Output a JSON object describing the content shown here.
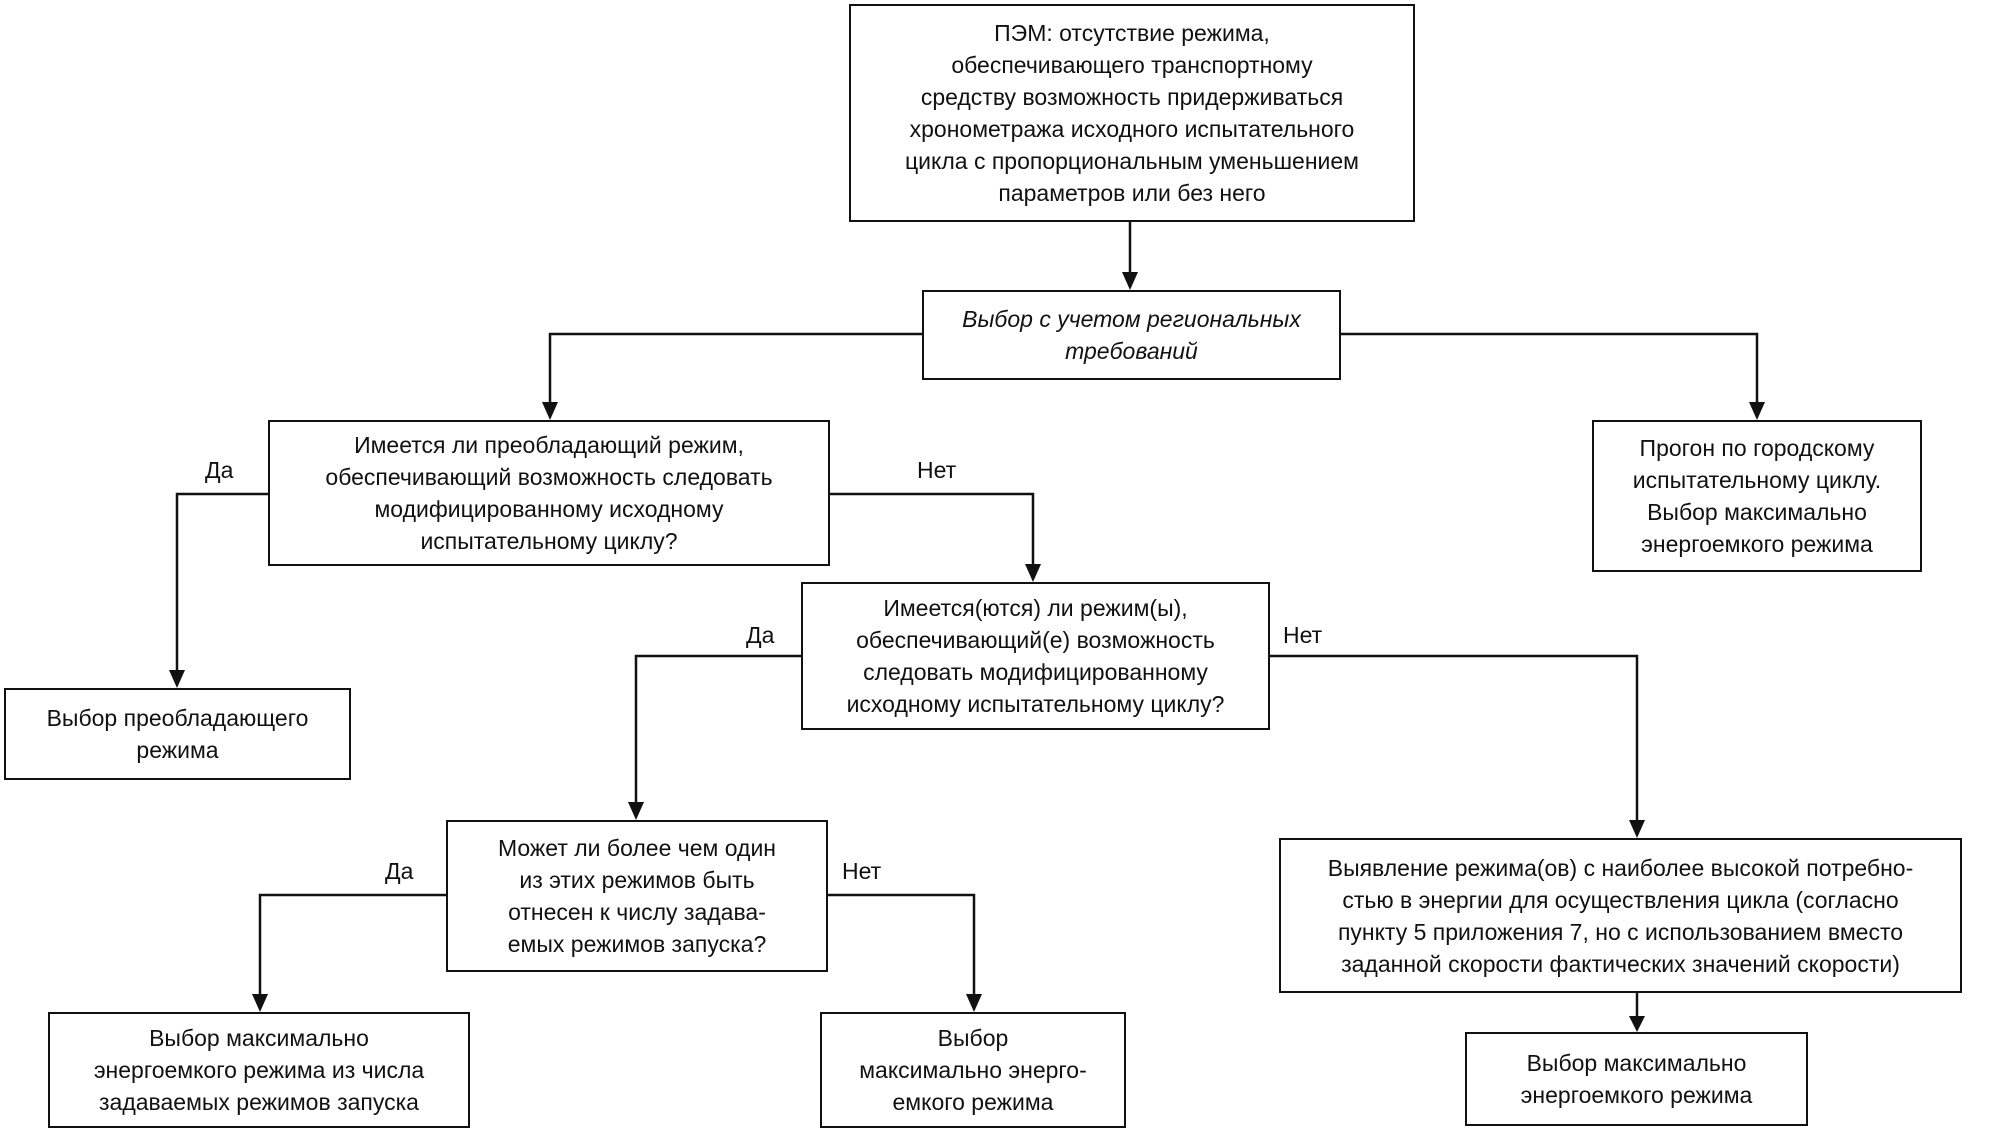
{
  "diagram": {
    "nodes": {
      "root": "ПЭМ: отсутствие режима,\nобеспечивающего транспортному\nсредству возможность придерживаться\nхронометража исходного испытательного\nцикла с пропорциональным уменьшением\nпараметров или без него",
      "regional": "Выбор с учетом региональных\nтребований",
      "q1": "Имеется ли преобладающий режим,\nобеспечивающий возможность следовать\nмодифицированному исходному\nиспытательному циклу?",
      "city": "Прогон по городскому\nиспытательному циклу.\nВыбор максимально\nэнергоемкого режима",
      "choose_dominant": "Выбор преобладающего\nрежима",
      "q2": "Имеется(ются) ли режим(ы),\nобеспечивающий(е) возможность\nследовать модифицированному\nисходному испытательному циклу?",
      "q3": "Может ли более чем один\nиз этих режимов быть\nотнесен к числу задава-\nемых режимов запуска?",
      "identify": "Выявление режима(ов) с наиболее высокой потребно-\nстью в энергии для осуществления цикла (согласно\nпункту 5 приложения 7, но с использованием вместо\nзаданной скорости фактических значений скорости)",
      "max_from_start": "Выбор максимально\nэнергоемкого режима из числа\nзадаваемых режимов запуска",
      "max_energy_mid": "Выбор\nмаксимально энерго-\nемкого режима",
      "max_energy_right": "Выбор максимально\nэнергоемкого режима"
    },
    "labels": {
      "q1_yes": "Да",
      "q1_no": "Нет",
      "q2_yes": "Да",
      "q2_no": "Нет",
      "q3_yes": "Да",
      "q3_no": "Нет"
    }
  }
}
